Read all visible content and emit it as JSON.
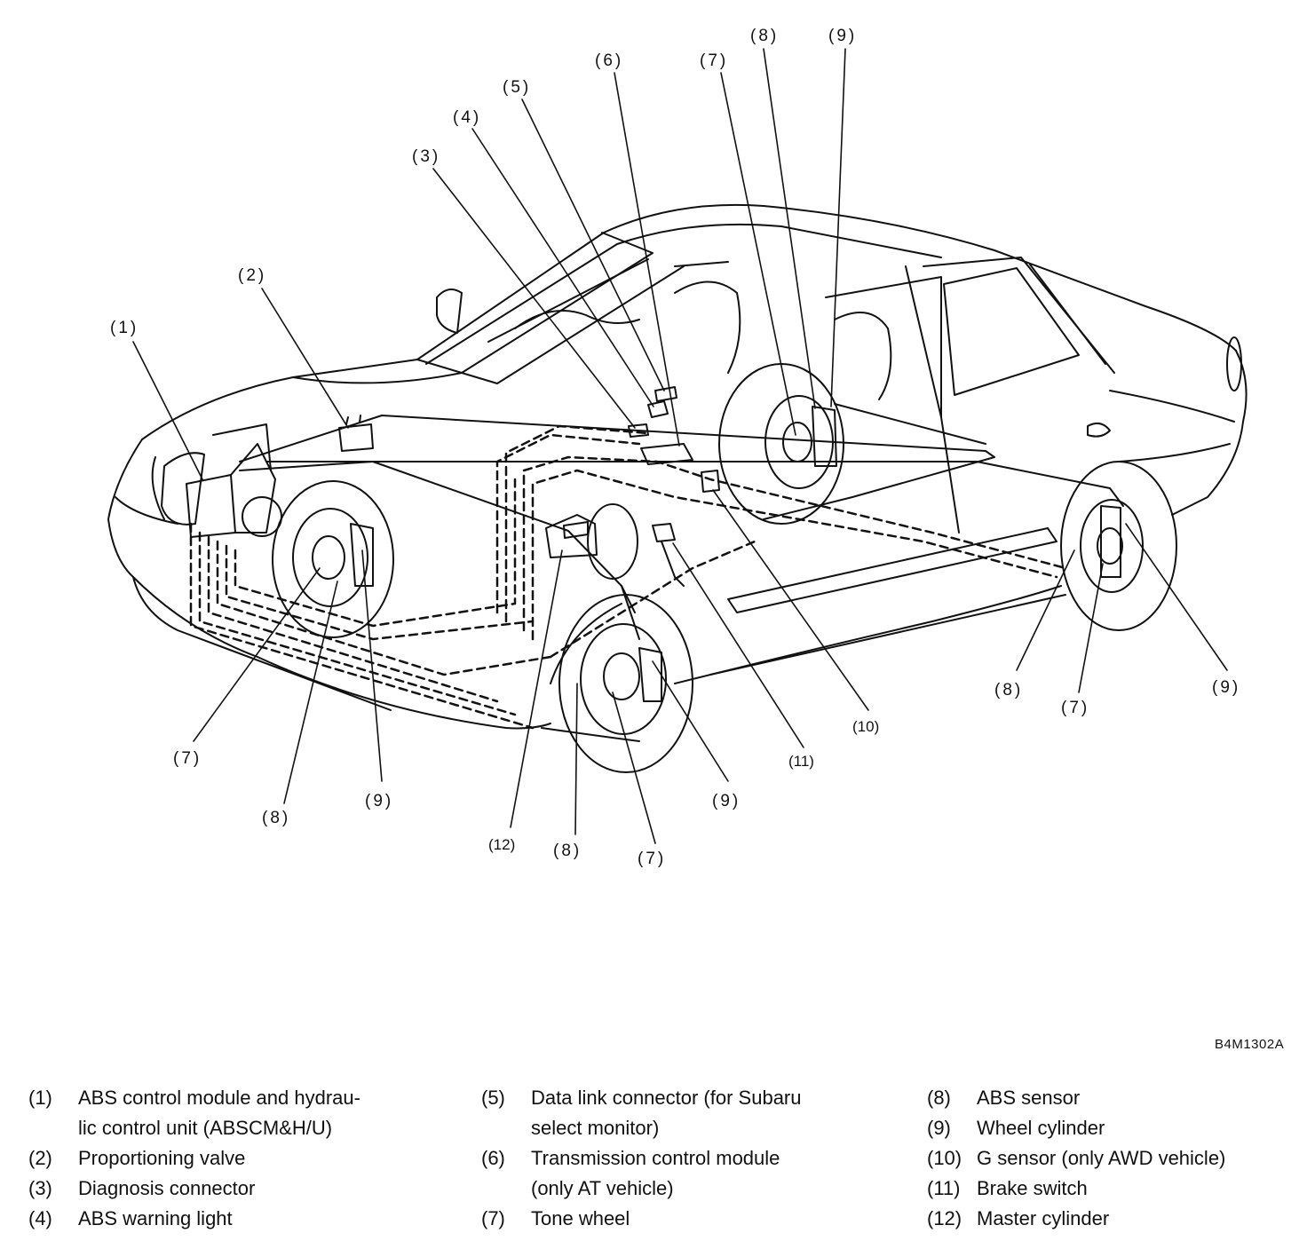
{
  "callouts": {
    "c1": "(1)",
    "c2": "(2)",
    "c3": "(3)",
    "c4": "(4)",
    "c5": "(5)",
    "c6": "(6)",
    "c7_top": "(7)",
    "c8_top": "(8)",
    "c9_top": "(9)",
    "c7_fl": "(7)",
    "c8_fl": "(8)",
    "c9_fl": "(9)",
    "c12": "(12)",
    "c8_rl": "(8)",
    "c7_rl": "(7)",
    "c9_rl": "(9)",
    "c11": "(11)",
    "c10": "(10)",
    "c8_rr": "(8)",
    "c7_rr": "(7)",
    "c9_rr": "(9)"
  },
  "figure_ref": "B4M1302A",
  "legend": {
    "col1": [
      {
        "num": "(1)",
        "text": "ABS control module and hydrau-"
      },
      {
        "num": "",
        "text": "lic control unit (ABSCM&H/U)"
      },
      {
        "num": "(2)",
        "text": "Proportioning valve"
      },
      {
        "num": "(3)",
        "text": "Diagnosis connector"
      },
      {
        "num": "(4)",
        "text": "ABS warning light"
      }
    ],
    "col2": [
      {
        "num": "(5)",
        "text": "Data link connector (for Subaru"
      },
      {
        "num": "",
        "text": "select monitor)"
      },
      {
        "num": "(6)",
        "text": "Transmission control module"
      },
      {
        "num": "",
        "text": "(only AT vehicle)"
      },
      {
        "num": "(7)",
        "text": "Tone wheel"
      }
    ],
    "col3": [
      {
        "num": "(8)",
        "text": "ABS sensor"
      },
      {
        "num": "(9)",
        "text": "Wheel cylinder"
      },
      {
        "num": "(10)",
        "text": "G sensor (only AWD vehicle)"
      },
      {
        "num": "(11)",
        "text": "Brake switch"
      },
      {
        "num": "(12)",
        "text": "Master cylinder"
      }
    ]
  }
}
